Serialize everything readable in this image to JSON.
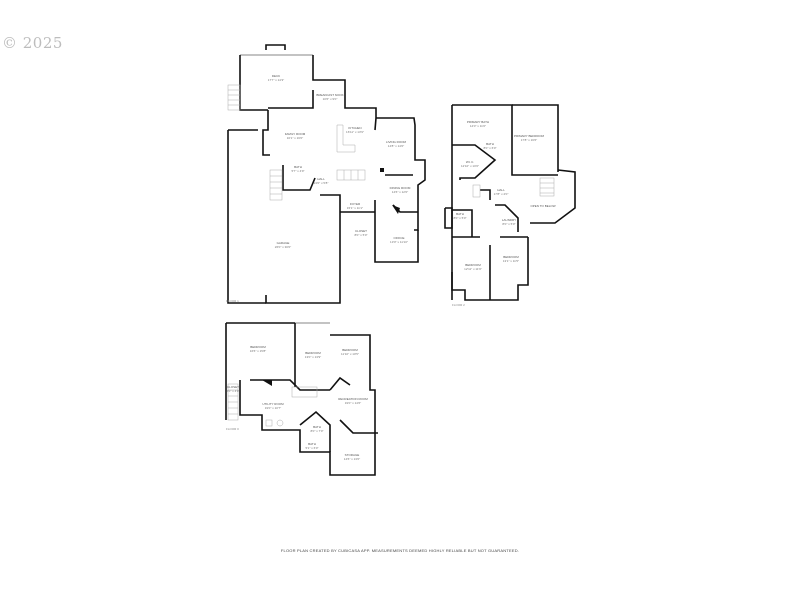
{
  "watermark": "© 2025",
  "footer": "FLOOR PLAN CREATED BY CUBICASA APP. MEASUREMENTS DEEMED HIGHLY RELIABLE BUT NOT GUARANTEED.",
  "floors": [
    {
      "tag": "FLOOR 1",
      "rooms": [
        {
          "name": "DECK",
          "dim": "17'7\" x 14'3\""
        },
        {
          "name": "BREAKFAST NOOK",
          "dim": "10'6\" x 9'0\""
        },
        {
          "name": "FAMILY ROOM",
          "dim": "16'1\" x 16'0\""
        },
        {
          "name": "KITCHEN",
          "dim": "16'11\" x 13'9\""
        },
        {
          "name": "LIVING ROOM",
          "dim": "14'8\" x 14'0\""
        },
        {
          "name": "BATH",
          "dim": "5'7\" x 4'9\""
        },
        {
          "name": "HALL",
          "dim": "13'0\" x 5'8\""
        },
        {
          "name": "DINING ROOM",
          "dim": "14'6\" x 12'0\""
        },
        {
          "name": "FOYER",
          "dim": "15'1\" x 11'1\""
        },
        {
          "name": "GARAGE",
          "dim": "26'0\" x 30'0\""
        },
        {
          "name": "CLOSET",
          "dim": "8'0\" x 5'0\""
        },
        {
          "name": "OFFICE",
          "dim": "13'0\" x 11'10\""
        }
      ]
    },
    {
      "tag": "FLOOR 2",
      "rooms": [
        {
          "name": "PRIMARY BATH",
          "dim": "14'0\" x 11'0\""
        },
        {
          "name": "PRIMARY BEDROOM",
          "dim": "17'8\" x 16'6\""
        },
        {
          "name": "BATH",
          "dim": "8'0\" x 6'0\""
        },
        {
          "name": "W.I.C.",
          "dim": "12'10\" x 10'0\""
        },
        {
          "name": "HALL",
          "dim": "17'8\" x 4'0\""
        },
        {
          "name": "OPEN TO BELOW",
          "dim": ""
        },
        {
          "name": "BATH",
          "dim": "8'0\" x 5'0\""
        },
        {
          "name": "LAUNDRY",
          "dim": "8'0\" x 5'0\""
        },
        {
          "name": "BEDROOM",
          "dim": "12'11\" x 11'9\""
        },
        {
          "name": "BEDROOM",
          "dim": "13'1\" x 11'5\""
        }
      ]
    },
    {
      "tag": "FLOOR 0",
      "rooms": [
        {
          "name": "BEDROOM",
          "dim": "16'6\" x 15'8\""
        },
        {
          "name": "BEDROOM",
          "dim": "13'0\" x 13'9\""
        },
        {
          "name": "BEDROOM",
          "dim": "11'10\" x 10'5\""
        },
        {
          "name": "CLOSET",
          "dim": "5'0\" x 4'0\""
        },
        {
          "name": "UTILITY ROOM",
          "dim": "19'0\" x 10'7\""
        },
        {
          "name": "RECREATION ROOM",
          "dim": "19'0\" x 14'6\""
        },
        {
          "name": "BATH",
          "dim": "8'0\" x 7'0\""
        },
        {
          "name": "BATH",
          "dim": "5'1\" x 6'0\""
        },
        {
          "name": "STORAGE",
          "dim": "14'6\" x 13'0\""
        }
      ]
    }
  ]
}
